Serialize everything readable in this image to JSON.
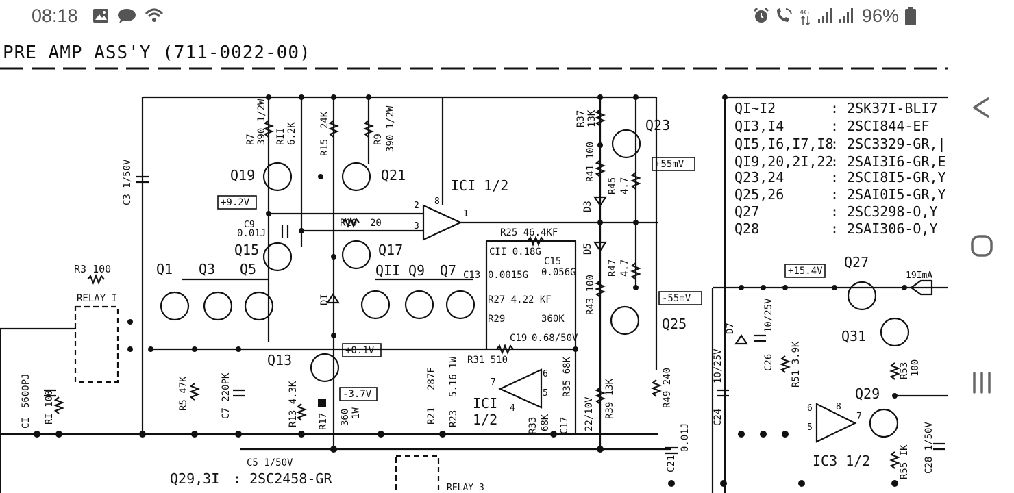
{
  "status_bar": {
    "time": "08:18",
    "battery": "96%",
    "network": "4G",
    "left_icons": [
      "gallery-icon",
      "cloud-chat-icon",
      "wifi-call-icon"
    ],
    "right_icons": [
      "alarm-icon",
      "call-signal-icon",
      "4g-data-icon",
      "signal-bars-icon",
      "signal-bars-icon",
      "battery-icon"
    ]
  },
  "nav_bar": {
    "icons": [
      "back-icon",
      "home-icon",
      "recents-icon"
    ]
  },
  "schematic": {
    "title": "PRE AMP ASS'Y  (711-0022-00)",
    "components": {
      "Q19": "Q19",
      "Q21": "Q21",
      "Q15": "Q15",
      "Q17": "Q17",
      "Q1": "Q1",
      "Q3": "Q3",
      "Q5": "Q5",
      "Q11": "QII",
      "Q9": "Q9",
      "Q7": "Q7",
      "Q13": "Q13",
      "Q23": "Q23",
      "Q25": "Q25",
      "Q27": "Q27",
      "Q29": "Q29",
      "Q31": "Q31",
      "IC1a": "ICI 1/2",
      "IC1b_1": "ICI",
      "IC1b_2": "1/2",
      "IC3": "IC3  1/2",
      "R3": "R3 100",
      "RELAY1": "RELAY I",
      "RELAY3": "RELAY 3",
      "R7": "R7",
      "R7v": "390 1/2W",
      "R11": "RII",
      "R11v": "6.2K",
      "R15": "R15",
      "R15v": "24K",
      "R9": "R9",
      "R9v": "390 1/2W",
      "C3": "C3 1/50V",
      "C9": "C9",
      "C9v": "0.01J",
      "R19": "R19",
      "R19v": "20",
      "R25": "R25 46.4KF",
      "C11": "CII 0.18G",
      "C15": "C15",
      "C15v": "0.056G",
      "C13": "C13",
      "C13v": "0.0015G",
      "R27": "R27 4.22 KF",
      "R29": "R29",
      "R29v": "360K",
      "C19": "C19",
      "C19v": "0.68/50V",
      "R31": "R31 510",
      "R35": "R35 68K",
      "R33": "R33",
      "R33v": "68K",
      "C17": "C17",
      "C17v": "22/10V",
      "R21": "R21",
      "R21v": "287F",
      "R23": "R23",
      "R23v": "5.16 1W",
      "R13": "R13 4.3K",
      "R17": "R17",
      "R17v": "360",
      "R17w": "1W",
      "D1": "DI",
      "D3": "D3",
      "D5": "D5",
      "D7": "D7",
      "R5": "R5 47K",
      "C7": "C7 220PK",
      "C1": "CI",
      "C1v": "5600PJ",
      "R1": "RI 100",
      "C5": "C5 1/50V",
      "R37": "R37",
      "R37v": "13K",
      "R41": "R41 100",
      "R45": "R45",
      "R45v": "4.7",
      "R47": "R47",
      "R47v": "4.7",
      "R43": "R43 100",
      "R39": "R39 13K",
      "R49": "R49 240",
      "C21": "C21",
      "C21v": "0.01J",
      "C24": "C24",
      "C24v": "10/25V",
      "C26": "C26",
      "C26v": "10/25V",
      "R51": "R51 3.9K",
      "R53": "R53",
      "R53v": "100",
      "R55": "R55 IK",
      "C28": "C28 1/50V"
    },
    "voltages": {
      "v1": "+9.2V",
      "v2": "+0.1V",
      "v3": "-3.7V",
      "v4": "+55mV",
      "v5": "-55mV",
      "v6": "+15.4V",
      "current": "19ImA"
    },
    "pins": [
      "2",
      "8",
      "3",
      "1",
      "7",
      "6",
      "5",
      "4",
      "6",
      "8",
      "5",
      "7"
    ],
    "parts_table": [
      {
        "ref": "QI~I2",
        "part": ": 2SK37I-BLI7"
      },
      {
        "ref": "QI3,I4",
        "part": ": 2SCI844-EF"
      },
      {
        "ref": "QI5,I6,I7,I8",
        "part": ": 2SC3329-GR,|"
      },
      {
        "ref": "QI9,20,2I,22",
        "part": ": 2SAI3I6-GR,E"
      },
      {
        "ref": "Q23,24",
        "part": ": 2SCI8I5-GR,Y"
      },
      {
        "ref": "Q25,26",
        "part": ": 2SAI0I5-GR,Y"
      },
      {
        "ref": "Q27",
        "part": ": 2SC3298-O,Y"
      },
      {
        "ref": "Q28",
        "part": ": 2SAI306-O,Y"
      }
    ],
    "bottom_table": [
      {
        "ref": "Q29,3I",
        "part": ": 2SC2458-GR"
      }
    ]
  }
}
